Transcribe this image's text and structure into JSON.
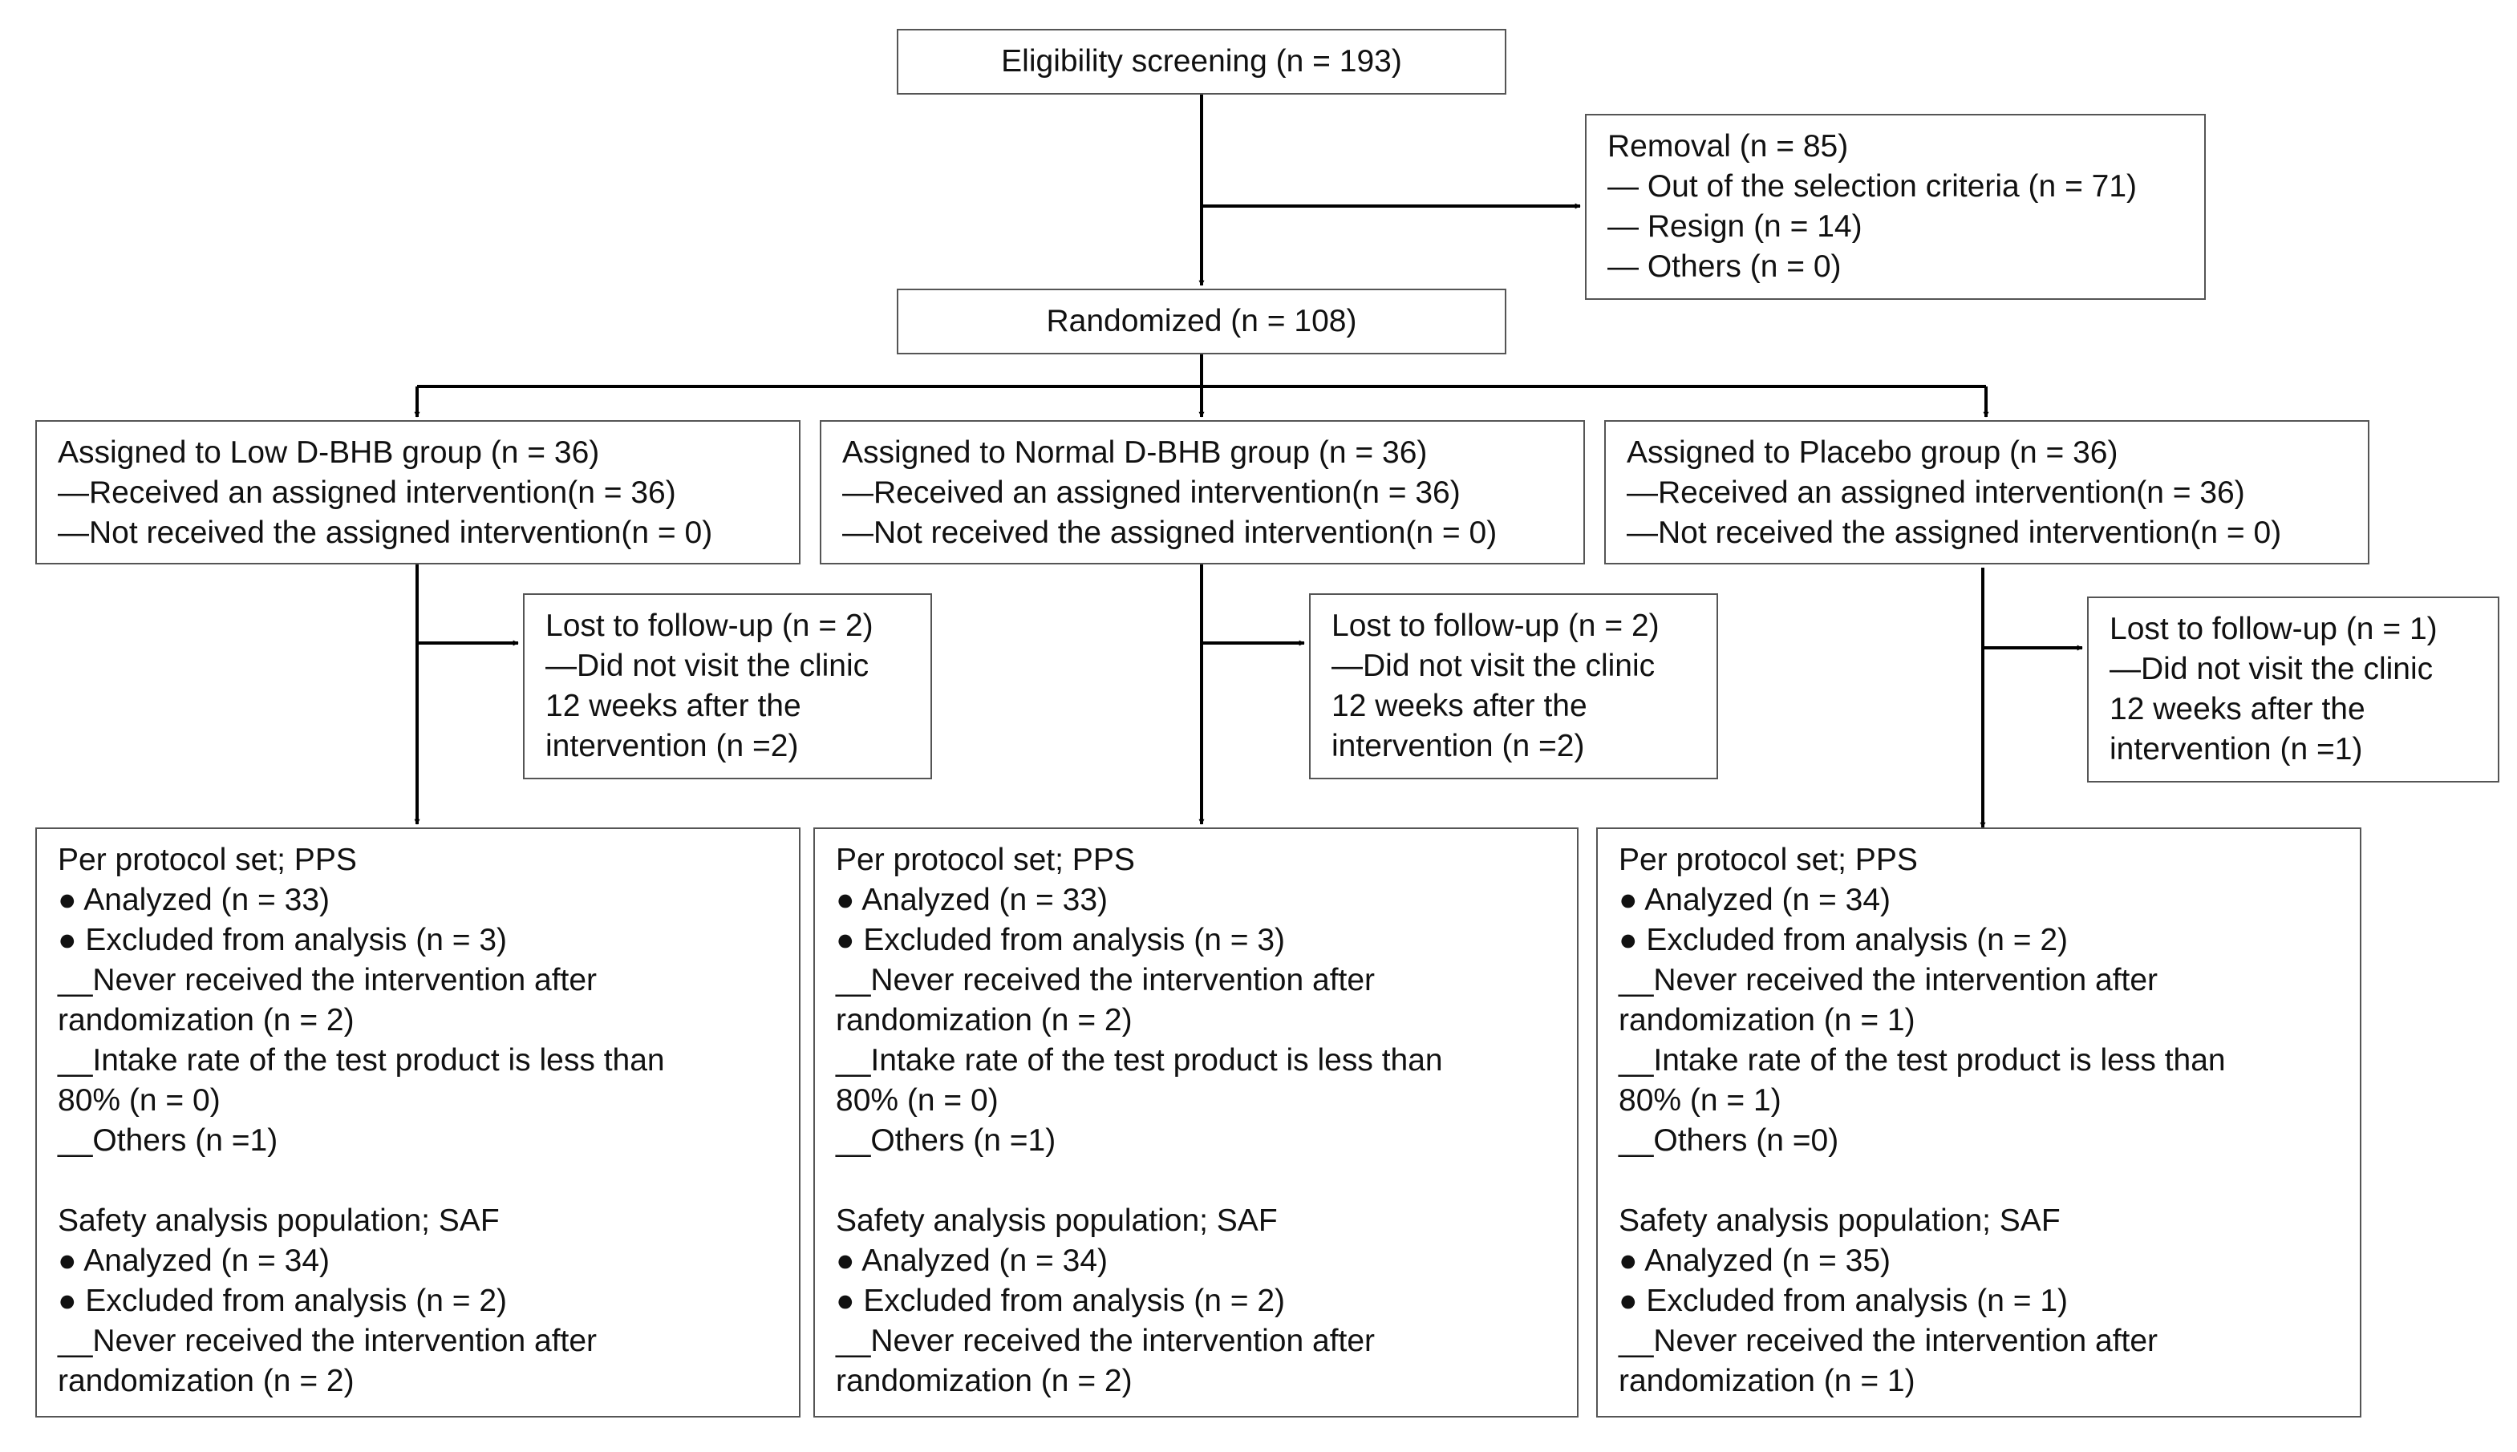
{
  "screening": {
    "label": "Eligibility screening (n = 193)"
  },
  "removal": {
    "title": "Removal (n = 85)",
    "items": [
      "— Out of the selection criteria (n = 71)",
      "— Resign  (n = 14)",
      "— Others (n = 0)"
    ]
  },
  "randomized": {
    "label": "Randomized  (n = 108)"
  },
  "arms": [
    {
      "assign": {
        "title": "Assigned to Low D-BHB group (n = 36)",
        "received": "—Received an assigned intervention(n = 36)",
        "not_received": "—Not received the assigned intervention(n = 0)"
      },
      "lost": {
        "title": "Lost to follow-up (n = 2)",
        "lines": [
          "—Did not visit the clinic",
          "12 weeks after the",
          "intervention (n =2)"
        ]
      },
      "analysis": {
        "pps_title": "Per protocol set; PPS",
        "pps_analyzed": "● Analyzed (n = 33)",
        "pps_excluded": "● Excluded from analysis (n = 3)",
        "pps_never_1": "__Never received the intervention after",
        "pps_never_2": "randomization (n = 2)",
        "pps_intake_1": "__Intake rate of the test product is less than",
        "pps_intake_2": "80% (n = 0)",
        "pps_others": "__Others (n =1)",
        "saf_title": "Safety analysis population; SAF",
        "saf_analyzed": "● Analyzed (n = 34)",
        "saf_excluded": "● Excluded from analysis (n = 2)",
        "saf_never_1": "__Never received the intervention after",
        "saf_never_2": "randomization (n = 2)"
      }
    },
    {
      "assign": {
        "title": "Assigned to Normal D-BHB group (n = 36)",
        "received": "—Received an assigned intervention(n = 36)",
        "not_received": "—Not received the assigned intervention(n = 0)"
      },
      "lost": {
        "title": "Lost to follow-up (n = 2)",
        "lines": [
          "—Did not visit the clinic",
          "12 weeks after the",
          "intervention (n =2)"
        ]
      },
      "analysis": {
        "pps_title": "Per protocol set; PPS",
        "pps_analyzed": "● Analyzed (n = 33)",
        "pps_excluded": "● Excluded from analysis (n = 3)",
        "pps_never_1": "__Never received the intervention after",
        "pps_never_2": "randomization (n = 2)",
        "pps_intake_1": "__Intake rate of the test product is less than",
        "pps_intake_2": "80% (n = 0)",
        "pps_others": "__Others (n =1)",
        "saf_title": "Safety analysis population; SAF",
        "saf_analyzed": "● Analyzed (n = 34)",
        "saf_excluded": "● Excluded from analysis (n = 2)",
        "saf_never_1": "__Never received the intervention after",
        "saf_never_2": "randomization (n = 2)"
      }
    },
    {
      "assign": {
        "title": "Assigned to Placebo group (n = 36)",
        "received": "—Received an assigned intervention(n = 36)",
        "not_received": "—Not received the assigned intervention(n = 0)"
      },
      "lost": {
        "title": "Lost to follow-up (n = 1)",
        "lines": [
          "—Did not visit the clinic",
          "12 weeks after the",
          "intervention (n =1)"
        ]
      },
      "analysis": {
        "pps_title": "Per protocol set; PPS",
        "pps_analyzed": "● Analyzed (n = 34)",
        "pps_excluded": "● Excluded from analysis (n = 2)",
        "pps_never_1": "__Never received the intervention after",
        "pps_never_2": "randomization (n = 1)",
        "pps_intake_1": "__Intake rate of the test product is less than",
        "pps_intake_2": "80% (n = 1)",
        "pps_others": "__Others (n =0)",
        "saf_title": "Safety analysis population; SAF",
        "saf_analyzed": "● Analyzed (n = 35)",
        "saf_excluded": "● Excluded from analysis (n = 1)",
        "saf_never_1": "__Never received the intervention after",
        "saf_never_2": "randomization (n = 1)"
      }
    }
  ]
}
